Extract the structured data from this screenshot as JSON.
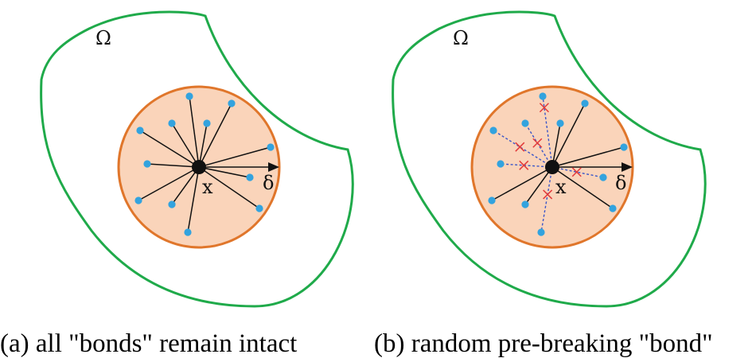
{
  "panels": [
    {
      "id": "a",
      "domain_label": "Ω",
      "point_label": "x",
      "horizon_label": "δ",
      "caption": "(a) all \"bonds\" remain intact"
    },
    {
      "id": "b",
      "domain_label": "Ω",
      "point_label": "x",
      "horizon_label": "δ",
      "caption": "(b) random pre-breaking \"bond\""
    }
  ],
  "colors": {
    "boundary": "#1faa4a",
    "horizon_stroke": "#e0762b",
    "horizon_fill": "#fad4ba",
    "node": "#33a3de",
    "center": "#111111",
    "bond": "#111111",
    "broken_bond": "#3a55c8",
    "break_mark": "#e23a3a"
  }
}
